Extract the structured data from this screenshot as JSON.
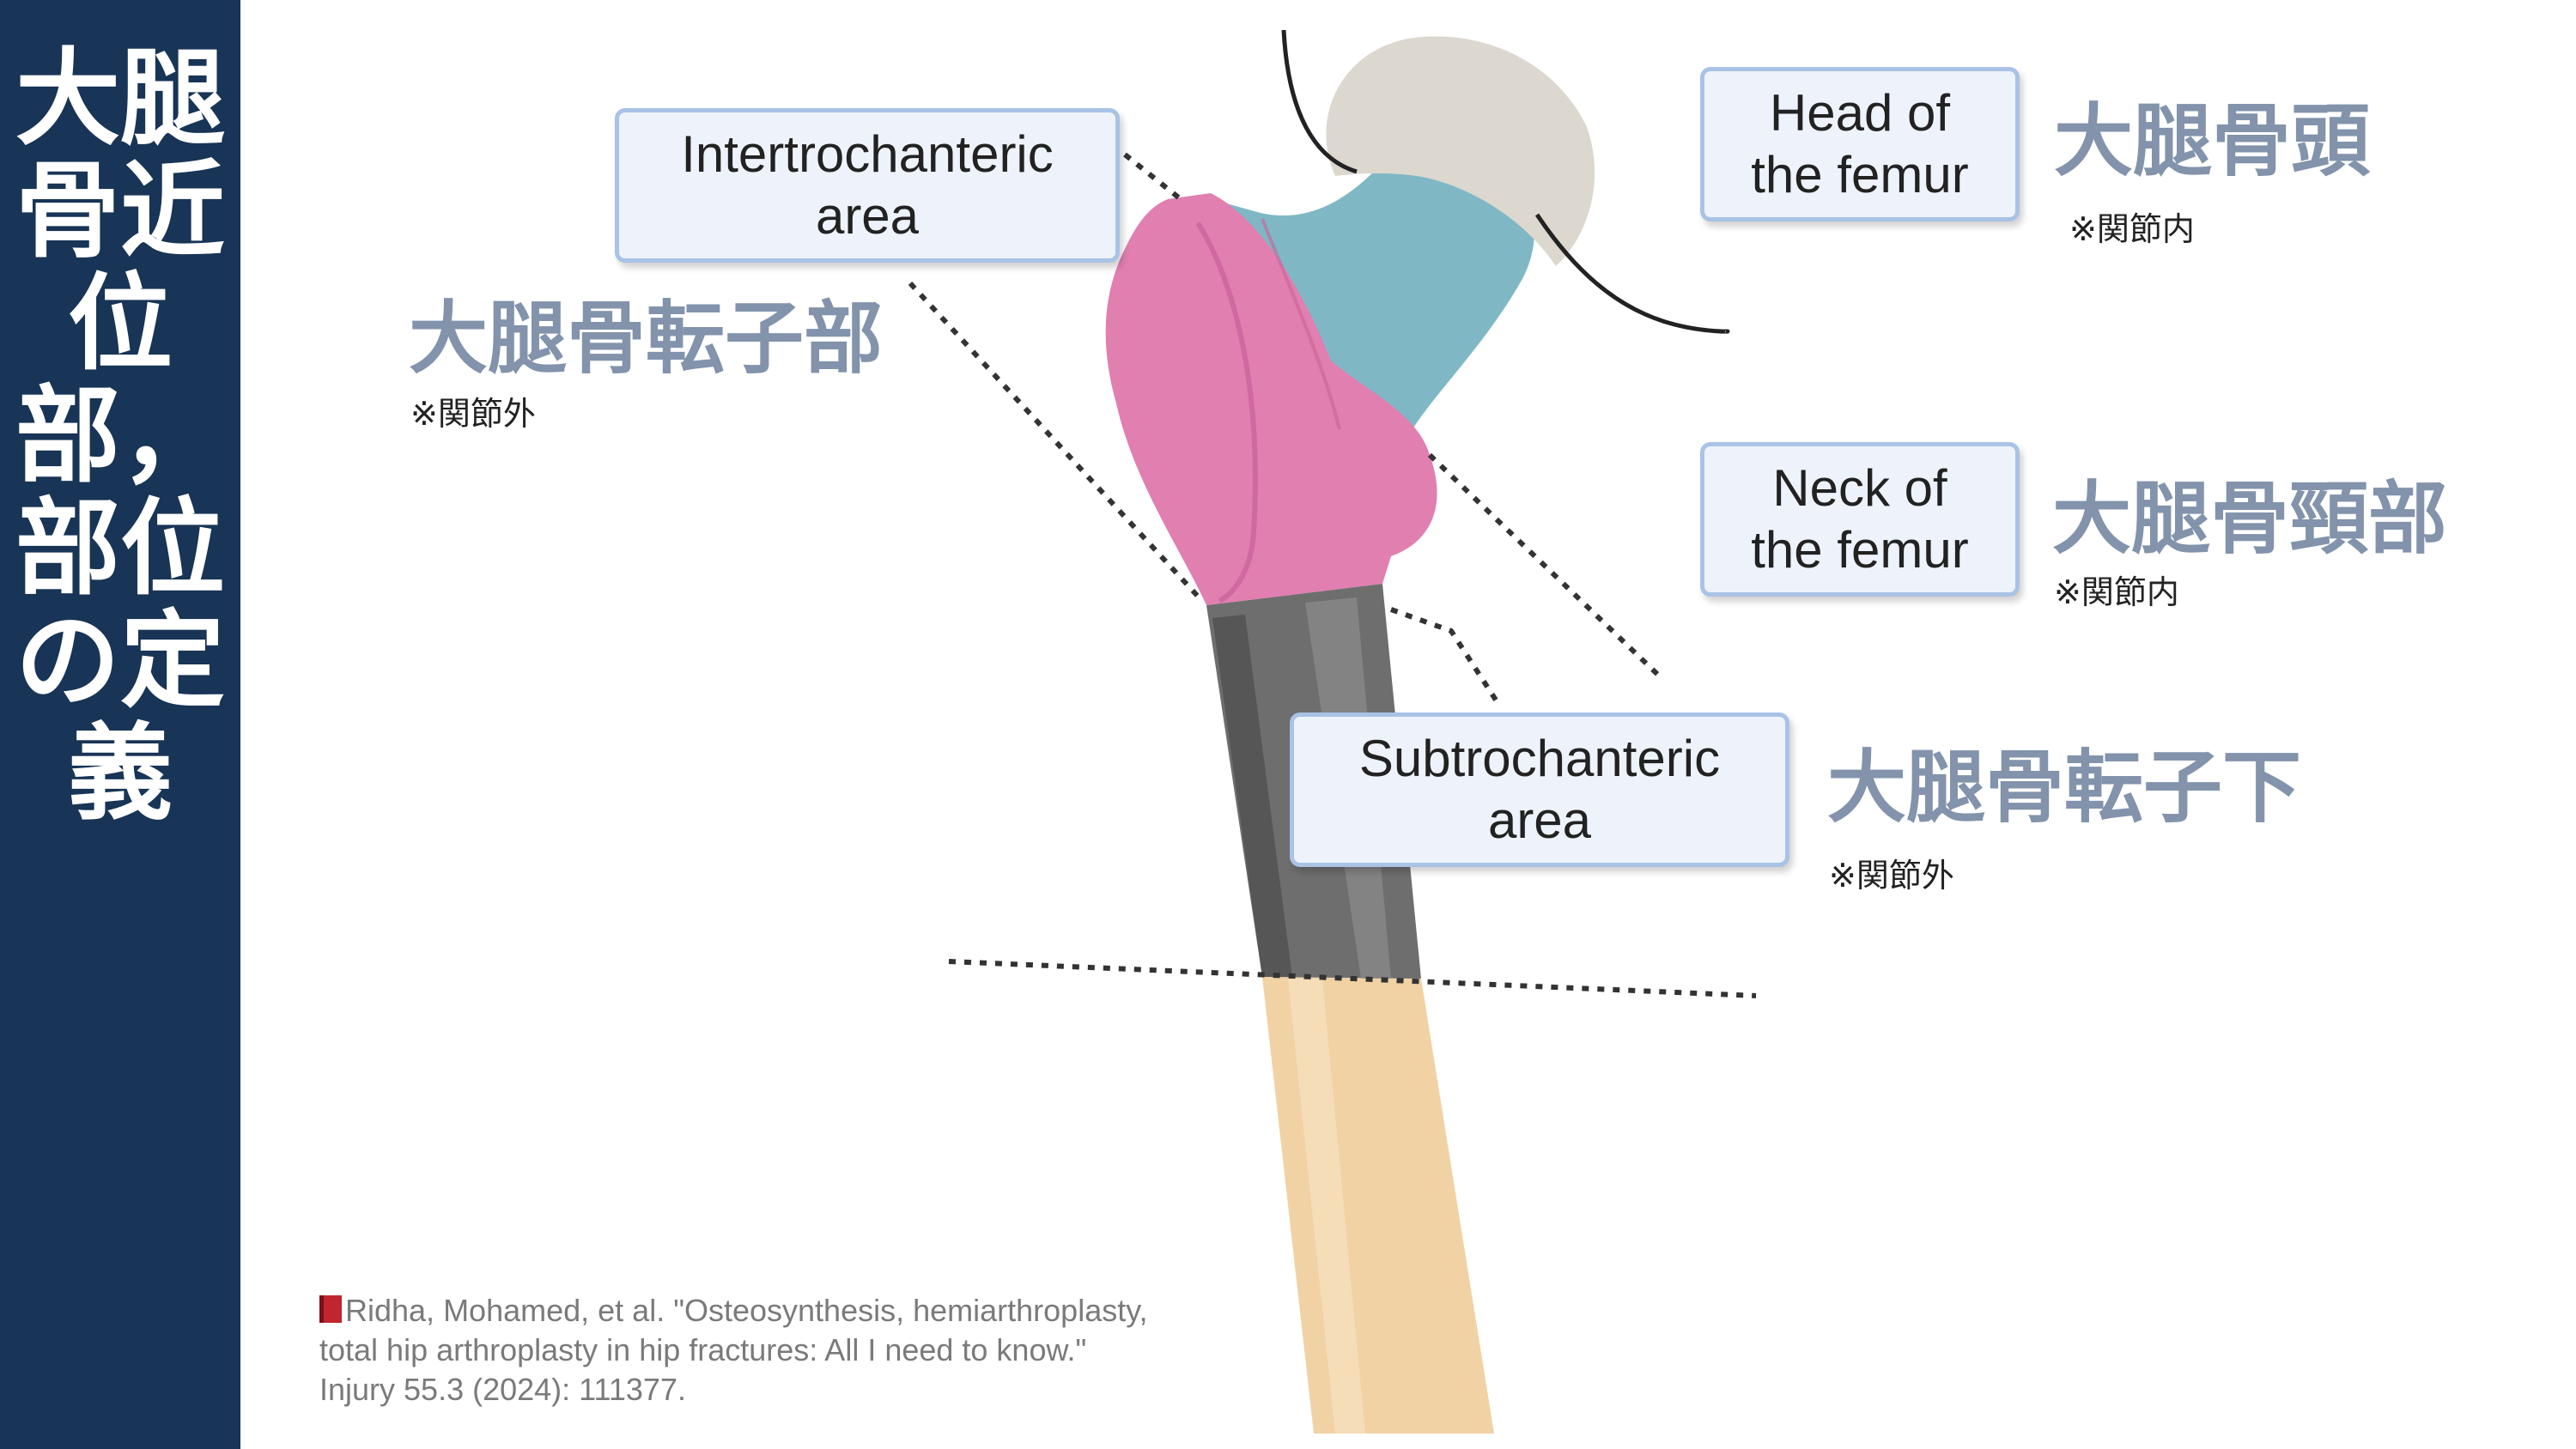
{
  "sidebar": {
    "title": "大腿骨近位部，部位の定義"
  },
  "labels": {
    "intertrochanteric": {
      "line1": "Intertrochanteric",
      "line2": "area"
    },
    "head": {
      "line1": "Head of",
      "line2": "the femur"
    },
    "neck": {
      "line1": "Neck of",
      "line2": "the femur"
    },
    "subtrochanteric": {
      "line1": "Subtrochanteric",
      "line2": "area"
    }
  },
  "japanese": {
    "trochanteric": {
      "title": "大腿骨転子部",
      "note": "※関節外"
    },
    "head": {
      "title": "大腿骨頭",
      "note": "※関節内"
    },
    "neck": {
      "title": "大腿骨頸部",
      "note": "※関節内"
    },
    "subtrochanteric": {
      "title": "大腿骨転子下",
      "note": "※関節外"
    }
  },
  "citation": {
    "line1": "Ridha, Mohamed, et al. \"Osteosynthesis, hemiarthroplasty,",
    "line2": "total hip arthroplasty in hip fractures: All I need to know.\"",
    "line3": "Injury 55.3 (2024): 111377."
  },
  "colors": {
    "sidebar": "#183456",
    "head": "#dcd7cf",
    "neck": "#7fb8c4",
    "trochanter": "#e07fb0",
    "subtrochanter": "#6e6e6e",
    "shaft": "#f1d2a4",
    "label_text": "#8293ab"
  }
}
